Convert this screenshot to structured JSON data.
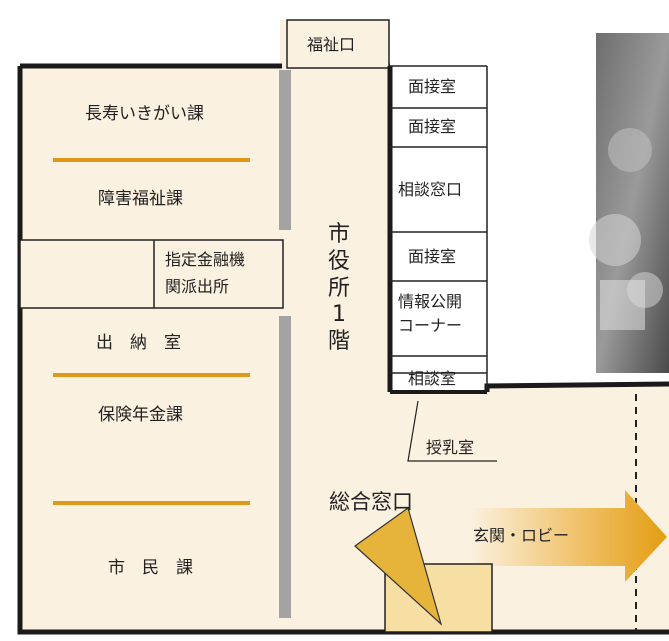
{
  "colors": {
    "floor": "#fbf1e0",
    "wall": "#1a1a1a",
    "divider": "#e0981c",
    "partition": "#a3a3a3",
    "arrow": "#e6a320"
  },
  "rooms": {
    "welfare_entrance": "福祉口",
    "choju_ikigai": "長寿いきがい課",
    "shogai_fukushi": "障害福祉課",
    "shitei_kinyu_1": "指定金融機",
    "shitei_kinyu_2": "関派出所",
    "suito": "出　納　室",
    "hoken_nenkin": "保険年金課",
    "shimin": "市　民　課",
    "mensetsu_1": "面接室",
    "mensetsu_2": "面接室",
    "sodan_madoguchi": "相談窓口",
    "mensetsu_3": "面接室",
    "joho_1": "情報公開",
    "joho_2": "コーナー",
    "sodanshitsu": "相談室",
    "junyu": "授乳室"
  },
  "floor_label": [
    "市",
    "役",
    "所",
    "1",
    "階"
  ],
  "sogo_madoguchi": "総合窓口",
  "entrance_lobby": "玄関・ロビー"
}
